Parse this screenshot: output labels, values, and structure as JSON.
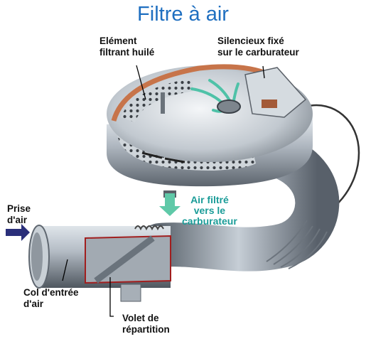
{
  "title": "Filtre à air",
  "labels": {
    "element_filtrant": [
      "Elément",
      "filtrant huilé"
    ],
    "silencieux": [
      "Silencieux fixé",
      "sur le carburateur"
    ],
    "air_filtre": [
      "Air filtré",
      "vers le",
      "carburateur"
    ],
    "prise_air": [
      "Prise",
      "d'air"
    ],
    "col_entree": [
      "Col d'entrée",
      "d'air"
    ],
    "volet": [
      "Volet de",
      "répartition"
    ]
  },
  "colors": {
    "title": "#1f6fc0",
    "air_arrow": "#5fc9a8",
    "intake_arrow": "#2a2f7a",
    "filter_ring": "#c7744a",
    "metal": "#9aa3ad"
  }
}
